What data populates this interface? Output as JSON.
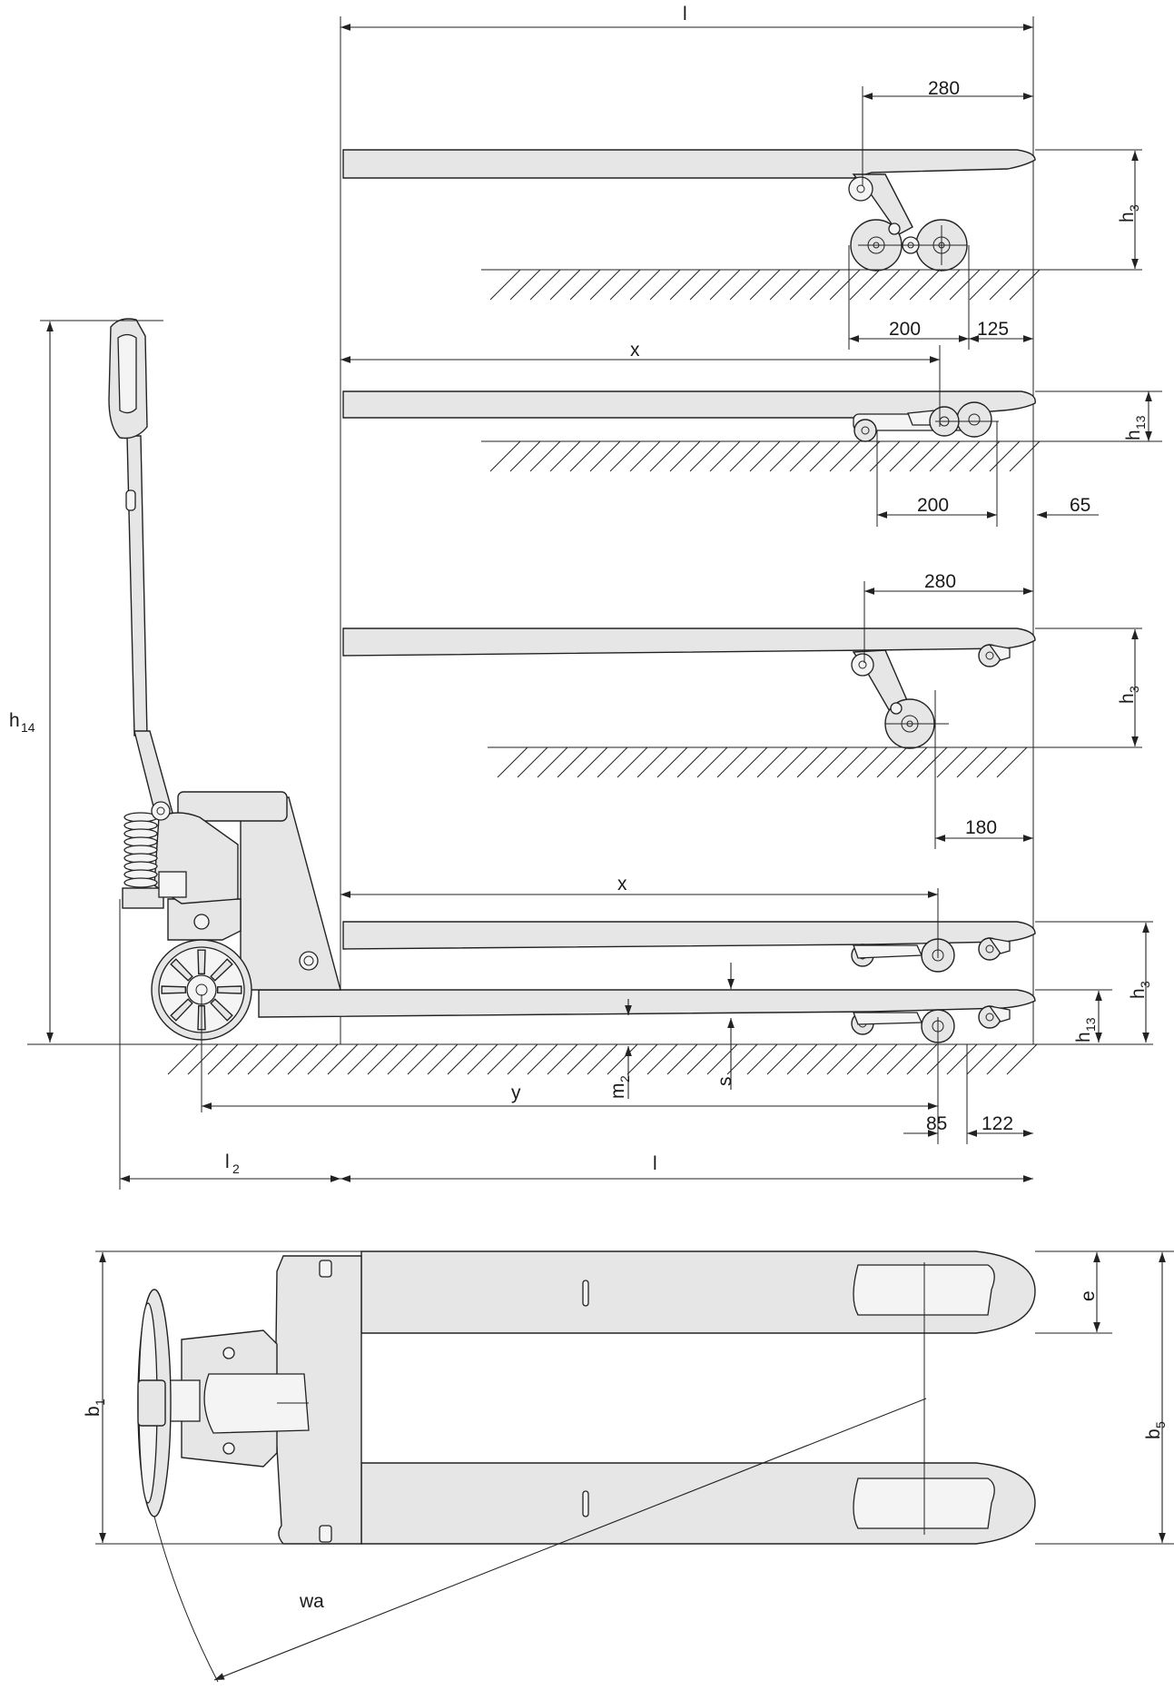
{
  "dimensions": {
    "l_top": "l",
    "v1_length": "280",
    "v1_height": "h",
    "v1_height_sub": "3",
    "v1_base_a": "200",
    "v1_base_b": "125",
    "v2_x": "x",
    "v2_height": "h",
    "v2_height_sub": "13",
    "v2_base_a": "200",
    "v2_base_b": "65",
    "v3_length": "280",
    "v3_height": "h",
    "v3_height_sub": "3",
    "v3_base": "180",
    "v4_x": "x",
    "v4_height_a": "h",
    "v4_height_a_sub": "3",
    "v4_height_b": "h",
    "v4_height_b_sub": "13",
    "overall_height": "h",
    "overall_height_sub": "14",
    "m2": "m",
    "m2_sub": "2",
    "s": "s",
    "y": "y",
    "base_a": "85",
    "base_b": "122",
    "l2": "l",
    "l2_sub": "2",
    "l_bottom": "l",
    "b1": "b",
    "b1_sub": "1",
    "b5": "b",
    "b5_sub": "5",
    "e": "e",
    "wa": "wa"
  }
}
